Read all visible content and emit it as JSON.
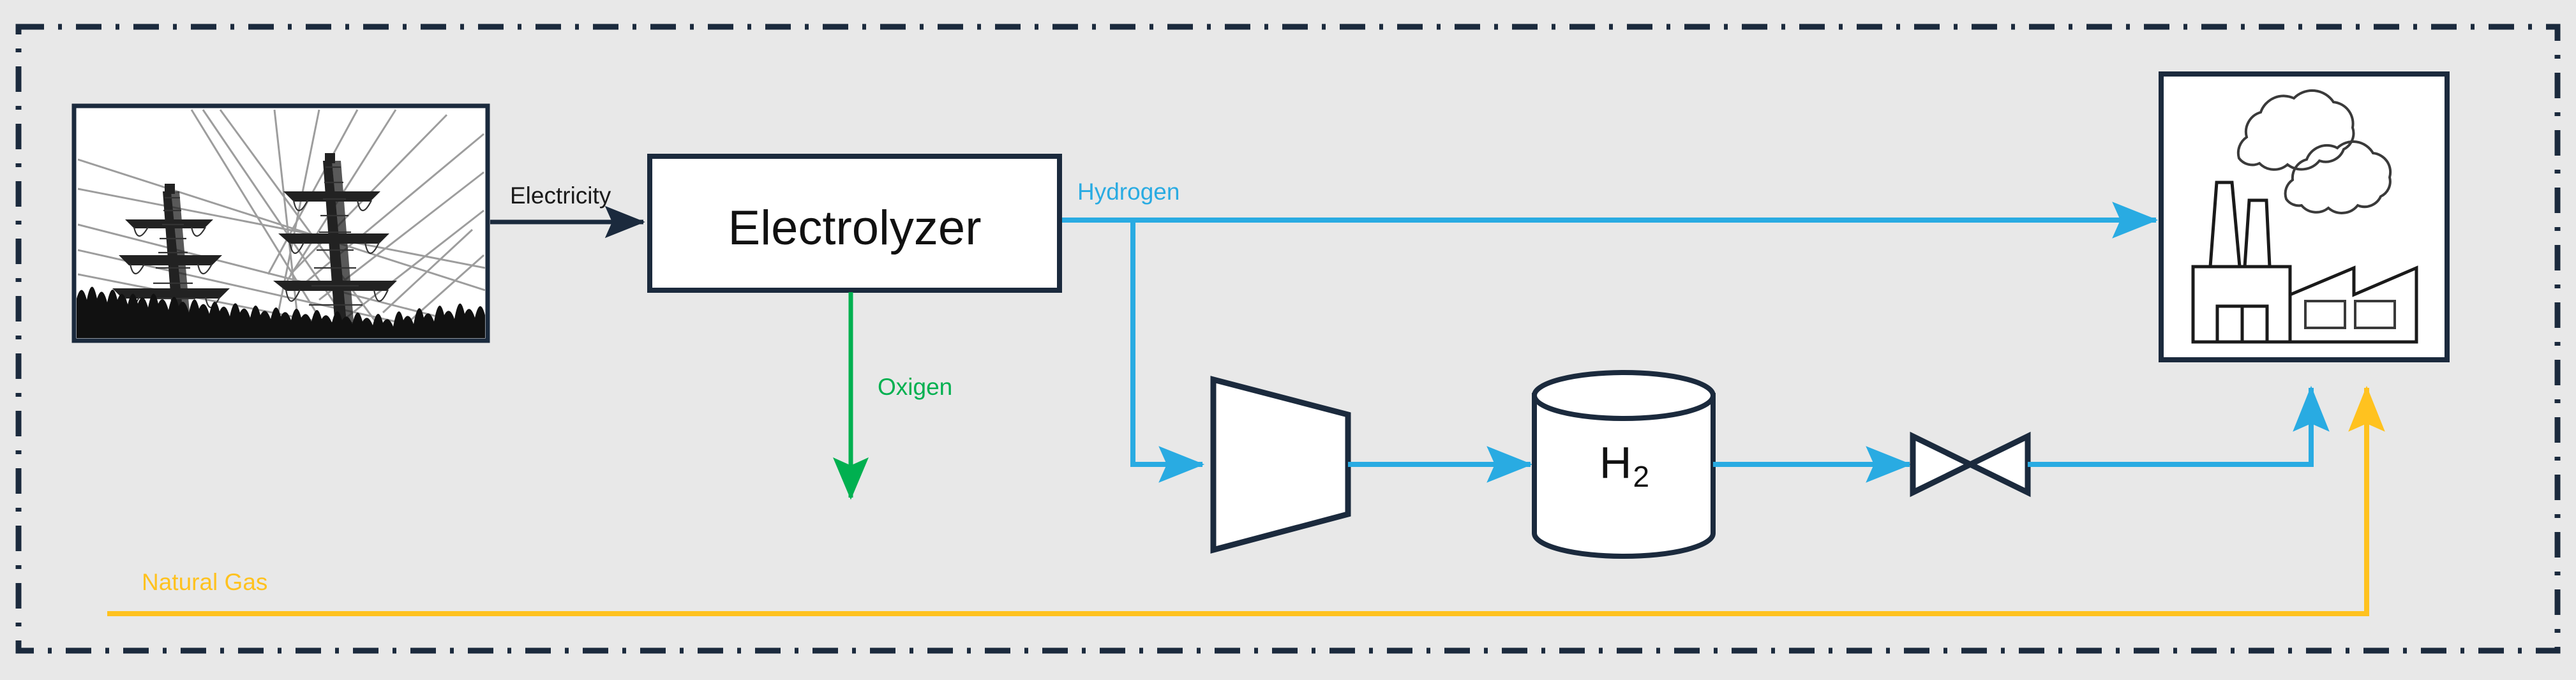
{
  "diagram": {
    "title": "Green hydrogen production and supply process flow diagram",
    "background_color": "#e8e8e8",
    "border": {
      "style": "dash-dot",
      "color": "#1B2A3D"
    },
    "nodes": [
      {
        "id": "power-grid",
        "name": "Electricity source image",
        "type": "image",
        "depicts": "High-voltage electricity transmission pylons with power lines and vegetation silhouette",
        "label": ""
      },
      {
        "id": "electrolyzer",
        "name": "Electrolyzer",
        "type": "process-box",
        "label": "Electrolyzer"
      },
      {
        "id": "compressor",
        "name": "Compressor",
        "type": "trapezoid",
        "label": ""
      },
      {
        "id": "h2-storage",
        "name": "Hydrogen storage tank",
        "type": "cylinder",
        "label": "H",
        "label_subscript": "2"
      },
      {
        "id": "valve",
        "name": "Butterfly valve",
        "type": "bowtie-valve",
        "label": ""
      },
      {
        "id": "factory",
        "name": "Industrial end user",
        "type": "image",
        "depicts": "Factory with two smokestacks emitting clouds, main building and sawtooth-roof annex",
        "label": ""
      }
    ],
    "streams": [
      {
        "id": "electricity",
        "label": "Electricity",
        "color": "#1B2A3D",
        "from": "power-grid",
        "to": "electrolyzer"
      },
      {
        "id": "hydrogen",
        "label": "Hydrogen",
        "color": "#29ABE2",
        "from": "electrolyzer",
        "to": "factory"
      },
      {
        "id": "oxigen",
        "label": "Oxigen",
        "color": "#00B050",
        "from": "electrolyzer",
        "to": "vent"
      },
      {
        "id": "natural-gas",
        "label": "Natural Gas",
        "color": "#FFC21F",
        "from": "external-supply",
        "to": "factory"
      }
    ]
  }
}
